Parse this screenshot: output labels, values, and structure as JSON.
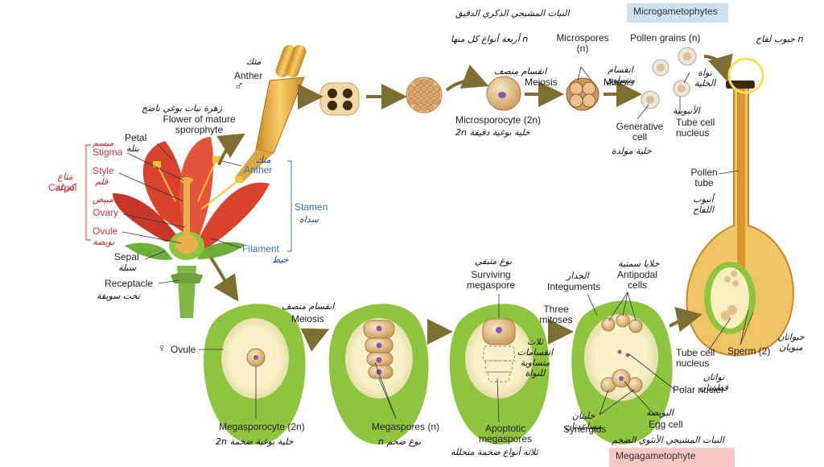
{
  "tags": {
    "microgametophytes": "Microgametophytes",
    "megagametophyte": "Megagametophyte"
  },
  "labels": {
    "anther_top": "Anther",
    "flower": "Flower of mature\nsporophyte",
    "petal": "Petal",
    "stigma": "Stigma",
    "style": "Style",
    "ovary": "Ovary",
    "ovule_flower": "Ovule",
    "carpel": "Carpel",
    "anther_right": "Anther",
    "stamen": "Stamen",
    "filament": "Filament",
    "sepal": "Sepal",
    "receptacle": "Receptacle",
    "microsporocyte": "Microsporocyte (2n)",
    "meiosis_top": "Meiosis",
    "microspores": "Microspores\n(n)",
    "mitosis": "Mitosis",
    "pollen_grains": "Pollen grains (n)",
    "generative_cell": "Generative\ncell",
    "tube_cell_nucleus_top": "Tube cell\nnucleus",
    "pollen_tube": "Pollen\ntube",
    "ovule_bottom": "Ovule",
    "meiosis_bottom": "Meiosis",
    "megasporocyte": "Megasporocyte (2n)",
    "megaspores": "Megaspores (n)",
    "surviving_megaspore": "Surviving\nmegaspore",
    "apoptotic_megaspores": "Apoptotic\nmegaspores",
    "three_mitoses": "Three\nmitoses",
    "integuments": "Integuments",
    "antipodal_cells": "Antipodal\ncells",
    "polar_nuclei": "Polar nuclei",
    "egg_cell": "Egg cell",
    "synergids": "Synergids",
    "tube_cell_nucleus_bottom": "Tube cell\nnucleus",
    "sperm": "Sperm (2)"
  },
  "arabic": {
    "micro_title": "النبات المشيجي الذكري الدقيق",
    "pollen_ar": "حبوب لقاح n",
    "four_types": "أربعة أنواع كل منها n",
    "anther_ar": "متك",
    "flower_ar": "زهرة نبات بوغي ناضج",
    "petal_ar": "بتلة",
    "stigma_ar": "ميسم",
    "style_ar": "قلم",
    "ovary_ar": "مبيض",
    "ovule_ar": "بويضة",
    "carpel_ar": "متاع\nكربلة",
    "anther_r_ar": "متك",
    "stamen_ar": "سداة",
    "filament_ar": "خيط",
    "sepal_ar": "سبلة",
    "receptacle_ar": "تخت سويقة",
    "reduction_top": "انقسام منصف",
    "micro_cell_ar": "2n خلية بوغية دقيقة",
    "mitosis_ar": "انقسام\nمتساوي",
    "generative_ar": "خلية مولدة",
    "tube_ar": "الأنبوبية",
    "nucleus_ar": "نواة\nالخلية",
    "tube_ar2": "أنبوب\nاللقاح",
    "reduction_bottom": "انقسام منصف",
    "mega_cell_ar": "2n خلية بوغية ضخمة",
    "megaspore_ar": "n بوغ ضخم",
    "surviving_ar": "بوغ متبقي",
    "apoptotic_ar": "ثلاثة أنواع ضخمة متحللة",
    "mitoses_ar": "ثلاث\nانقسامات\nمتساوية\nللنواة",
    "integuments_ar": "الجدار",
    "antipodal_ar": "خلايا سمتية",
    "polar_ar": "نواتان\nقطبيتان",
    "egg_ar": "البويضة",
    "synergids_ar": "خليتان\nمساعدتان",
    "sperm_ar": "حيوانان\nمنويان",
    "mega_title": "النبات المشيجي الأنثوي الضخم"
  },
  "symbols": {
    "male": "♂",
    "female": "♀"
  },
  "colors": {
    "anther": "#e8a93a",
    "petal": "#d9432e",
    "ovule_green": "#8fc43f",
    "ovule_inner": "#f7efc0",
    "cell": "#e3c08c",
    "nucleus": "#8a5aa6",
    "arrow": "#8a7a3a"
  }
}
